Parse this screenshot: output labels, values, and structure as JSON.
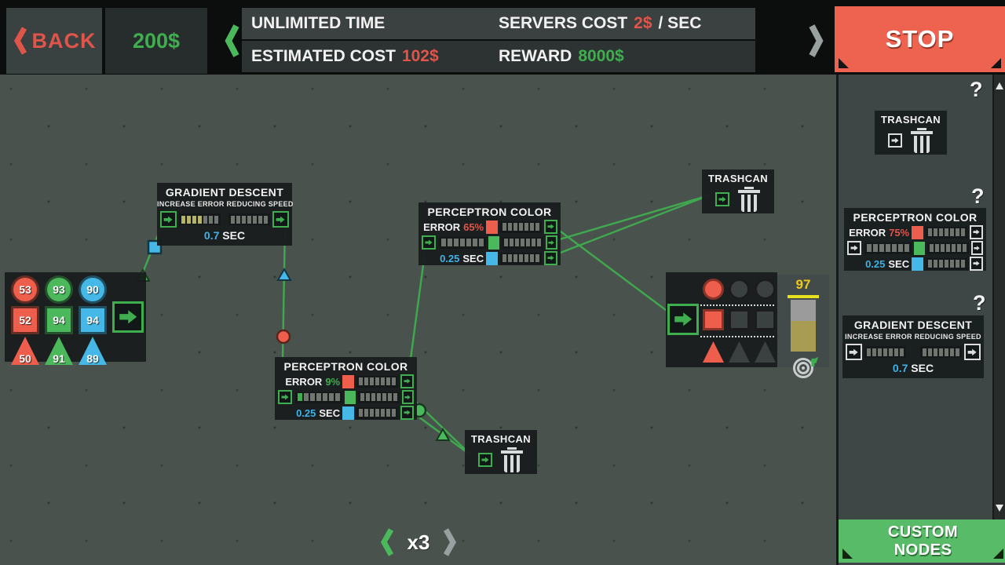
{
  "top_bar": {
    "back": {
      "label": "BACK"
    },
    "money": "200$",
    "info": {
      "row1_left": "UNLIMITED TIME",
      "servers_label": "SERVERS COST",
      "servers_value": "2$",
      "servers_suffix": "/ SEC",
      "estimated_label": "ESTIMATED COST",
      "estimated_value": "102$",
      "reward_label": "REWARD",
      "reward_value": "8000$"
    },
    "stop_label": "STOP"
  },
  "canvas": {
    "input_node": {
      "rows": [
        {
          "shape": "circle",
          "values": [
            "53",
            "93",
            "90"
          ]
        },
        {
          "shape": "square",
          "values": [
            "52",
            "94",
            "94"
          ]
        },
        {
          "shape": "triangle",
          "values": [
            "50",
            "91",
            "89"
          ]
        }
      ]
    },
    "gradient_descent": {
      "title": "GRADIENT DESCENT",
      "subtitle": "INCREASE ERROR REDUCING SPEED",
      "left_bar": {
        "filled": 4,
        "total": 7
      },
      "right_bar": {
        "filled": 0,
        "total": 7
      },
      "sec_value": "0.7",
      "sec_label": "SEC"
    },
    "perceptron_top": {
      "title": "PERCEPTRON COLOR",
      "error_label": "ERROR",
      "error_value": "65%",
      "error_state": "bad",
      "input_bar": {
        "filled": 0,
        "total": 7
      },
      "sec_value": "0.25",
      "sec_label": "SEC"
    },
    "perceptron_bottom": {
      "title": "PERCEPTRON COLOR",
      "error_label": "ERROR",
      "error_value": "9%",
      "error_state": "good",
      "input_bar": {
        "filled": 1,
        "total": 7
      },
      "sec_value": "0.25",
      "sec_label": "SEC"
    },
    "trashcan_top": {
      "title": "TRASHCAN"
    },
    "trashcan_bottom": {
      "title": "TRASHCAN"
    },
    "output_node": {
      "score": "97"
    },
    "speed_label": "x3"
  },
  "sidebar": {
    "help": "?",
    "trashcan": {
      "title": "TRASHCAN"
    },
    "perceptron": {
      "title": "PERCEPTRON COLOR",
      "error_label": "ERROR",
      "error_value": "75%",
      "sec_value": "0.25",
      "sec_label": "SEC"
    },
    "gradient_descent": {
      "title": "GRADIENT DESCENT",
      "subtitle": "INCREASE ERROR REDUCING SPEED",
      "sec_value": "0.7",
      "sec_label": "SEC"
    },
    "custom_nodes": [
      "CUSTOM",
      "NODES"
    ]
  },
  "colors": {
    "accent_green": "#3fae4f",
    "alert_red": "#e0544a",
    "info_blue": "#3fb3e8",
    "score_yellow": "#edc91e",
    "canvas_bg": "#4a524e",
    "node_bg": "#191d1d"
  }
}
